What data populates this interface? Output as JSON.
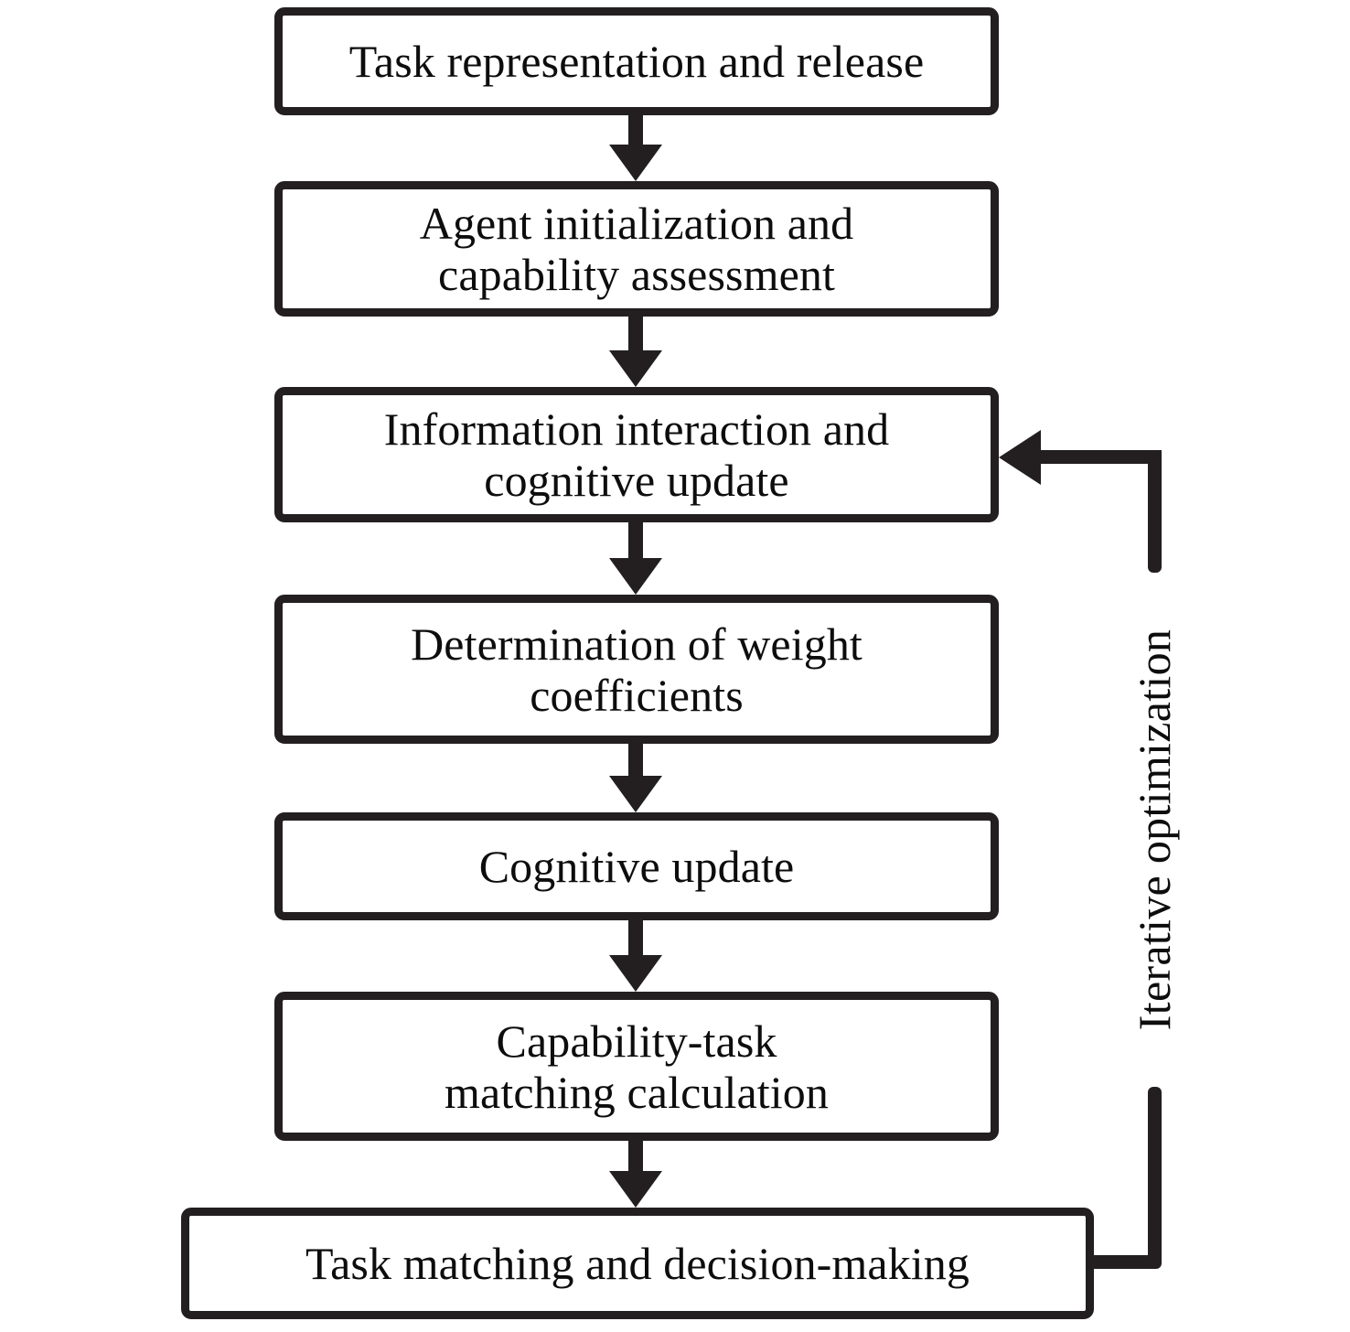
{
  "diagram": {
    "type": "flowchart",
    "orientation": "vertical-top-to-bottom",
    "background_color": "#ffffff",
    "line_color": "#231f20",
    "text_color": "#0d0d0d",
    "nodes": [
      {
        "id": "task-representation-and-release",
        "label": "Task representation and release",
        "lines": 1
      },
      {
        "id": "agent-initialization-and-capability-assessment",
        "label": "Agent initialization and\ncapability assessment",
        "lines": 2
      },
      {
        "id": "information-interaction-and-cognitive-update",
        "label": "Information interaction and\ncognitive update",
        "lines": 2
      },
      {
        "id": "determination-of-weight-coefficients",
        "label": "Determination of weight\ncoefficients",
        "lines": 2
      },
      {
        "id": "cognitive-update",
        "label": "Cognitive update",
        "lines": 1
      },
      {
        "id": "capability-task-matching-calculation",
        "label": "Capability-task\nmatching calculation",
        "lines": 2
      },
      {
        "id": "task-matching-and-decision-making",
        "label": "Task matching and decision-making",
        "lines": 1
      }
    ],
    "edges": [
      {
        "from": "task-representation-and-release",
        "to": "agent-initialization-and-capability-assessment",
        "style": "arrow-down",
        "label": ""
      },
      {
        "from": "agent-initialization-and-capability-assessment",
        "to": "information-interaction-and-cognitive-update",
        "style": "arrow-down",
        "label": ""
      },
      {
        "from": "information-interaction-and-cognitive-update",
        "to": "determination-of-weight-coefficients",
        "style": "arrow-down",
        "label": ""
      },
      {
        "from": "determination-of-weight-coefficients",
        "to": "cognitive-update",
        "style": "arrow-down",
        "label": ""
      },
      {
        "from": "cognitive-update",
        "to": "capability-task-matching-calculation",
        "style": "arrow-down",
        "label": ""
      },
      {
        "from": "capability-task-matching-calculation",
        "to": "task-matching-and-decision-making",
        "style": "arrow-down",
        "label": ""
      },
      {
        "from": "task-matching-and-decision-making",
        "to": "information-interaction-and-cognitive-update",
        "style": "feedback-loop-right",
        "label": "Iterative optimization"
      }
    ],
    "feedback_label": "Iterative optimization"
  }
}
